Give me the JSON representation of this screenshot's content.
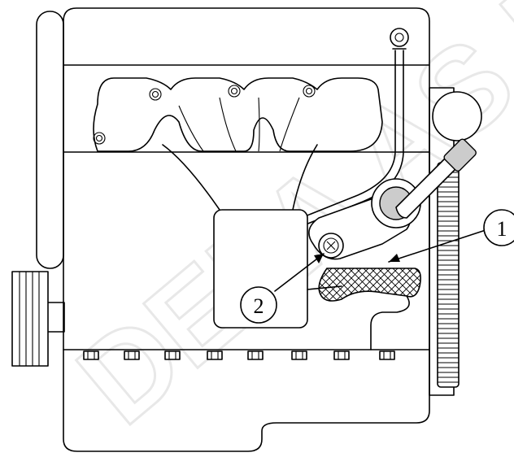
{
  "callouts": [
    {
      "label": "1"
    },
    {
      "label": "2"
    }
  ],
  "watermark": {
    "text": "DEFA AS DEF"
  },
  "colors": {
    "line": "#000000",
    "background": "#ffffff",
    "watermark": "#e8e8e8",
    "cap_gray": "#cccccc"
  }
}
